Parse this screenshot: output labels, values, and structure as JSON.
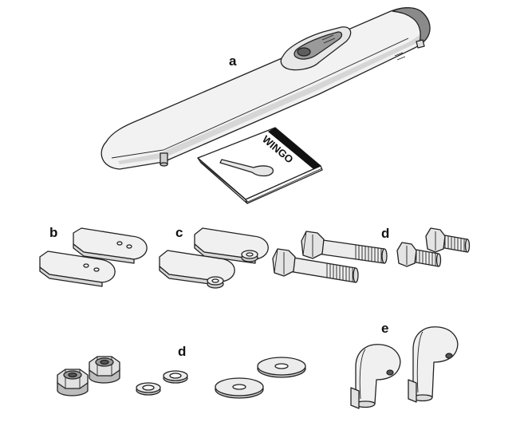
{
  "labels": {
    "a": "a",
    "b": "b",
    "c": "c",
    "d_top": "d",
    "d_bottom": "d",
    "e": "e"
  },
  "manual": {
    "title": "WINGO"
  },
  "colors": {
    "stroke": "#222222",
    "body_fill": "#f2f2f2",
    "shade": "#c9c9c9",
    "dark": "#7a7a7a",
    "metal": "#e6e6e6",
    "background": "#ffffff"
  }
}
